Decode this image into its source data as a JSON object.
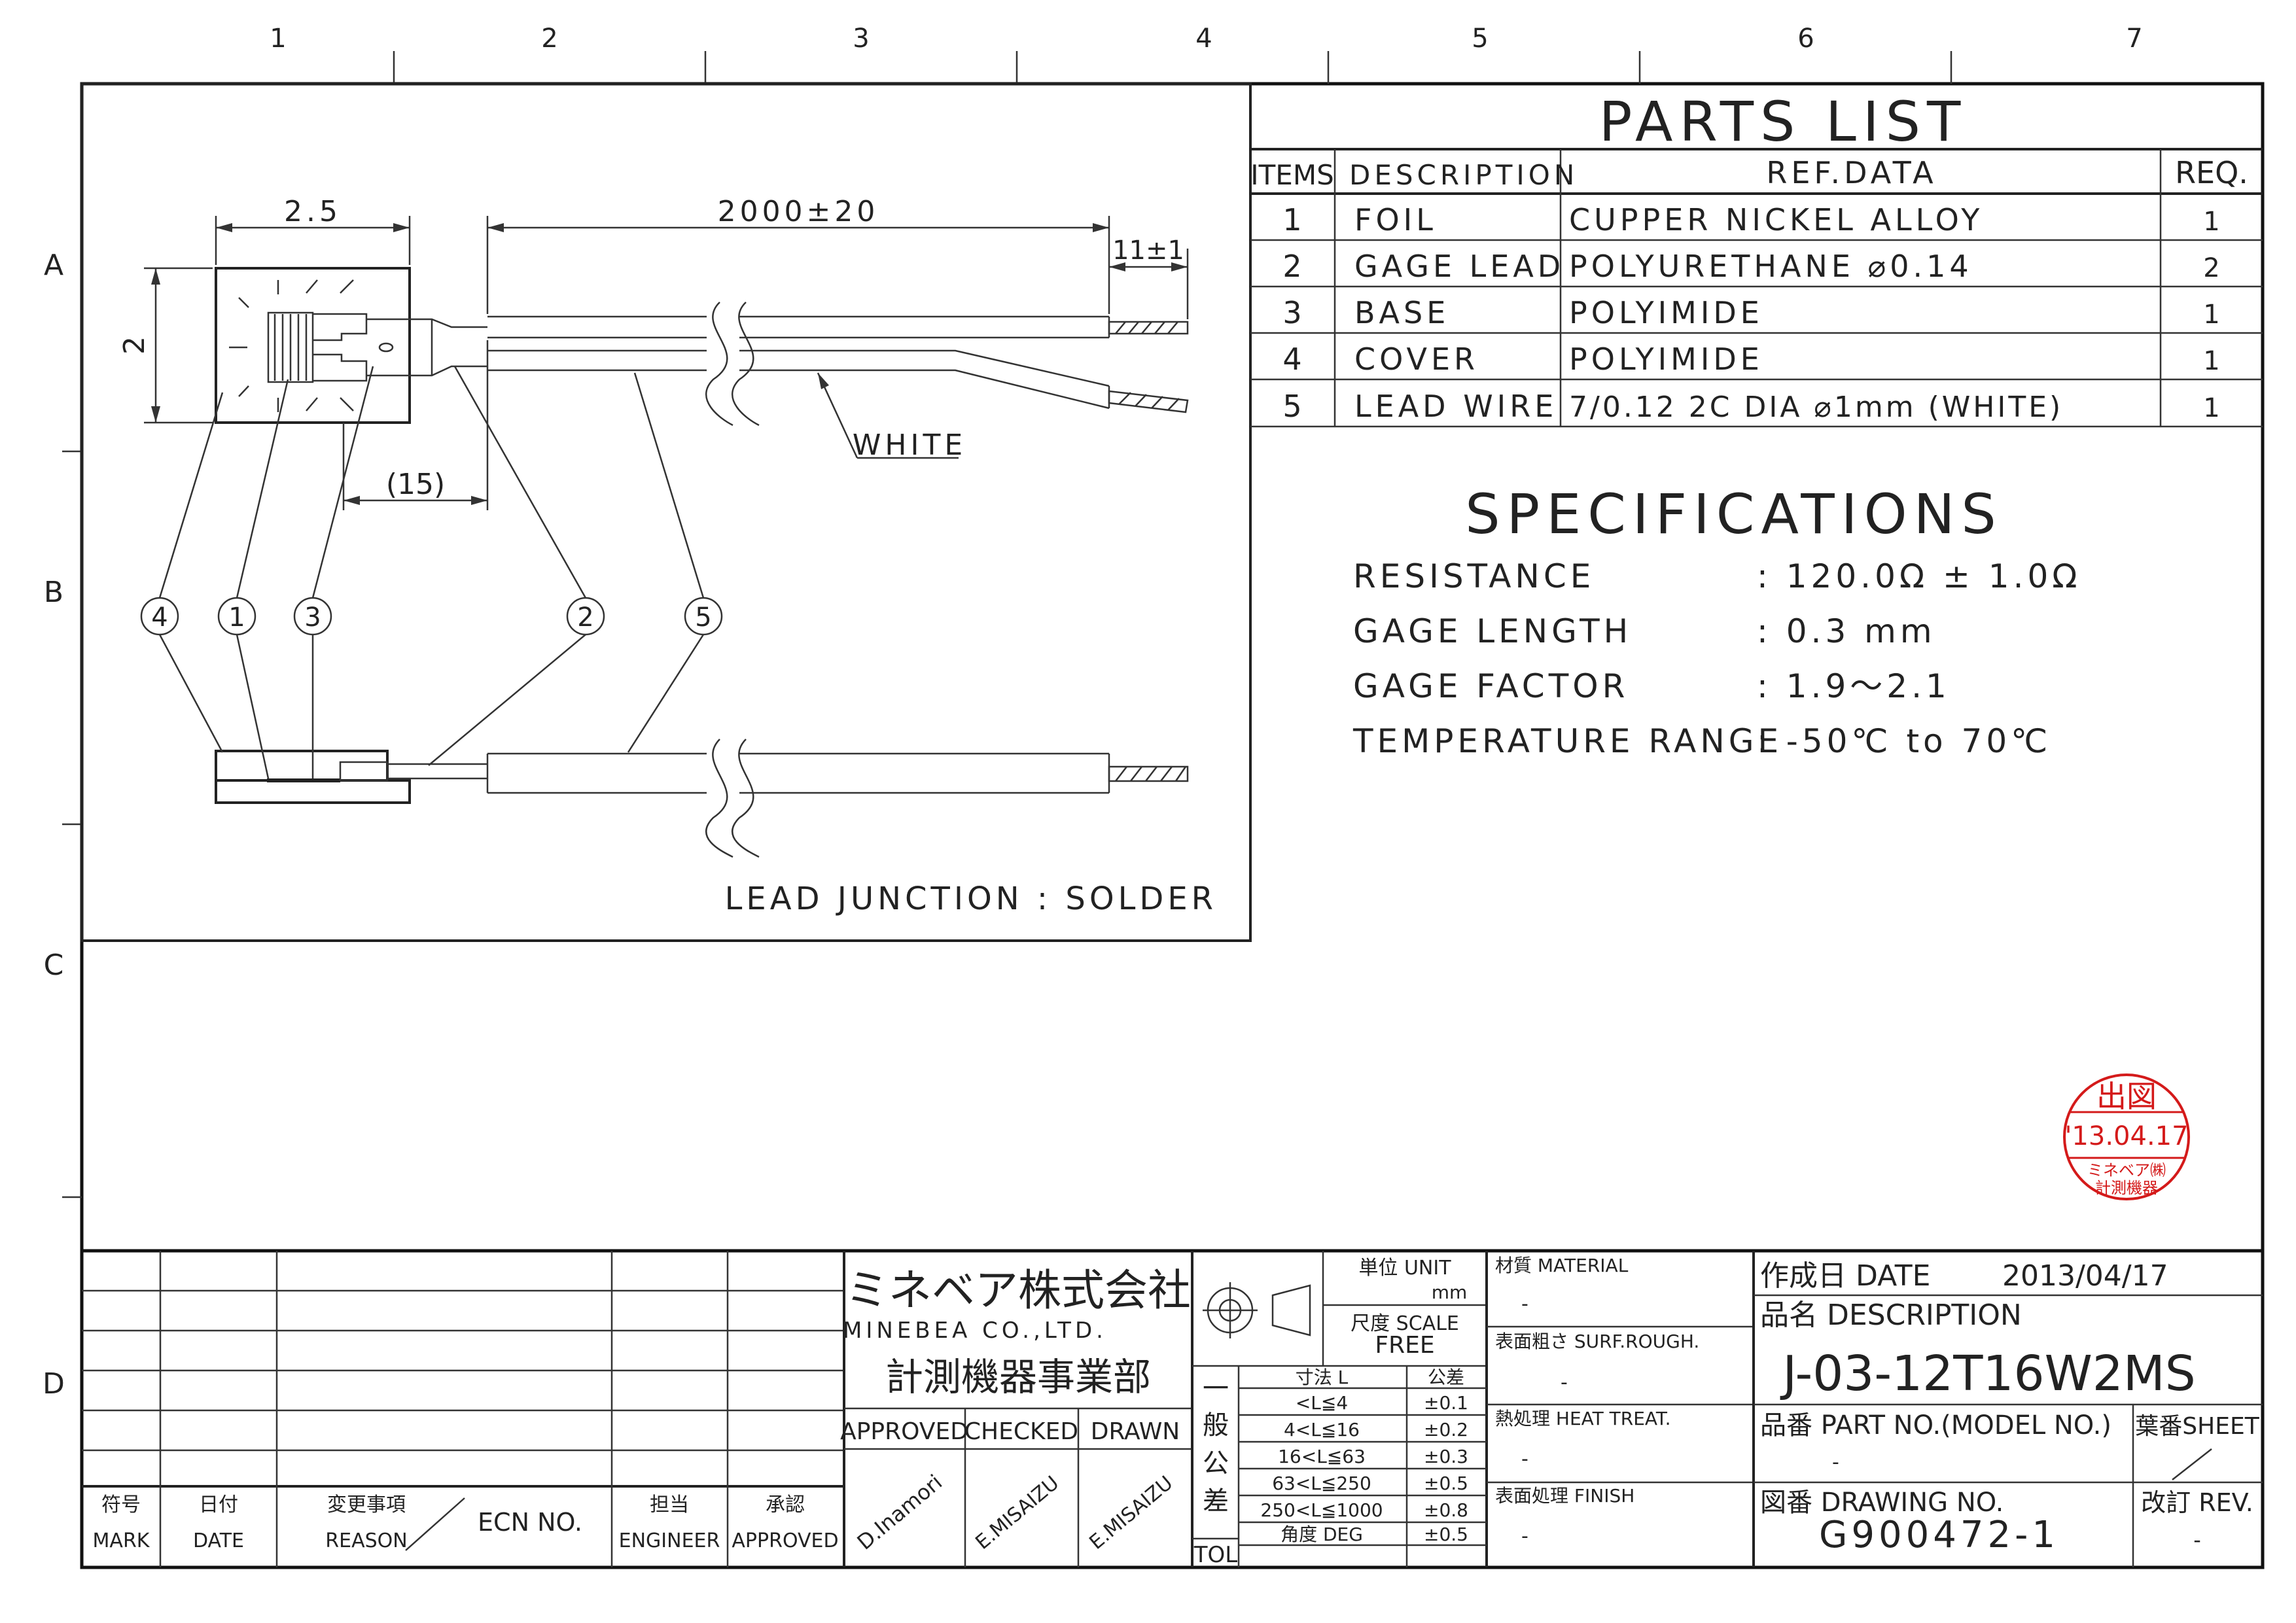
{
  "border": {
    "columns": [
      "1",
      "2",
      "3",
      "4",
      "5",
      "6",
      "7"
    ],
    "rows": [
      "A",
      "B",
      "C",
      "D"
    ]
  },
  "drawing": {
    "dim_width": "2.5",
    "dim_height": "2",
    "dim_length": "2000±20",
    "dim_strip": "11±1",
    "dim_15": "(15)",
    "white_label": "WHITE",
    "callouts": [
      "4",
      "1",
      "3",
      "2",
      "5"
    ],
    "lead_junction": "LEAD JUNCTION : SOLDER"
  },
  "parts_list": {
    "title": "PARTS LIST",
    "headers": [
      "ITEMS",
      "DESCRIPTION",
      "REF.DATA",
      "REQ."
    ],
    "rows": [
      {
        "item": "1",
        "desc": "FOIL",
        "ref": "CUPPER NICKEL ALLOY",
        "req": "1"
      },
      {
        "item": "2",
        "desc": "GAGE LEAD",
        "ref": "POLYURETHANE ⌀0.14",
        "req": "2"
      },
      {
        "item": "3",
        "desc": "BASE",
        "ref": "POLYIMIDE",
        "req": "1"
      },
      {
        "item": "4",
        "desc": "COVER",
        "ref": "POLYIMIDE",
        "req": "1"
      },
      {
        "item": "5",
        "desc": "LEAD WIRE",
        "ref": "7/0.12 2C DIA ⌀1mm (WHITE)",
        "req": "1"
      }
    ]
  },
  "specifications": {
    "title": "SPECIFICATIONS",
    "rows": [
      {
        "label": "RESISTANCE",
        "value": ": 120.0Ω  ± 1.0Ω"
      },
      {
        "label": "GAGE LENGTH",
        "value": ": 0.3 mm"
      },
      {
        "label": "GAGE FACTOR",
        "value": ": 1.9～2.1"
      },
      {
        "label": "TEMPERATURE RANGE",
        "value": ": -50℃ to 70℃"
      }
    ]
  },
  "stamp": {
    "top": "出図",
    "date": "'13.04.17",
    "line1": "ミネベア㈱",
    "line2": "計測機器"
  },
  "title_block": {
    "revision_labels": {
      "mark_jp": "符号",
      "mark": "MARK",
      "date_jp": "日付",
      "date": "DATE",
      "reason_jp": "変更事項",
      "reason": "REASON",
      "ecn": "ECN NO.",
      "engineer_jp": "担当",
      "engineer": "ENGINEER",
      "approved_jp": "承認",
      "approved": "APPROVED"
    },
    "company_jp": "ミネベア株式会社",
    "company_en": "MINEBEA CO.,LTD.",
    "division_jp": "計測機器事業部",
    "approved_label": "APPROVED",
    "checked_label": "CHECKED",
    "drawn_label": "DRAWN",
    "approved_sig": "D.Inamori",
    "checked_sig": "E.MISAIZU",
    "drawn_sig": "E.MISAIZU",
    "unit_label": "単位 UNIT",
    "unit_value": "mm",
    "scale_label": "尺度 SCALE",
    "scale_value": "FREE",
    "tol_label_chars": [
      "一",
      "般",
      "公",
      "差"
    ],
    "tol_en": "TOL",
    "tol_head_dim": "寸法 L",
    "tol_head_val": "公差",
    "tolerances": [
      {
        "range": "<L≦4",
        "tol": "±0.1"
      },
      {
        "range": "4<L≦16",
        "tol": "±0.2"
      },
      {
        "range": "16<L≦63",
        "tol": "±0.3"
      },
      {
        "range": "63<L≦250",
        "tol": "±0.5"
      },
      {
        "range": "250<L≦1000",
        "tol": "±0.8"
      },
      {
        "range": "角度 DEG",
        "tol": "±0.5"
      }
    ],
    "material_label": "材質 MATERIAL",
    "material_value": "-",
    "surf_label": "表面粗さ SURF.ROUGH.",
    "surf_value": "-",
    "heat_label": "熱処理 HEAT TREAT.",
    "heat_value": "-",
    "finish_label": "表面処理 FINISH",
    "finish_value": "-",
    "date_label": "作成日 DATE",
    "date_value": "2013/04/17",
    "desc_label": "品名 DESCRIPTION",
    "desc_value": "J-03-12T16W2MS",
    "part_label": "品番 PART NO.(MODEL NO.)",
    "part_value": "-",
    "sheet_label": "葉番SHEET",
    "drawing_label": "図番 DRAWING NO.",
    "drawing_value": "G900472-1",
    "rev_label": "改訂 REV.",
    "rev_value": "-"
  }
}
